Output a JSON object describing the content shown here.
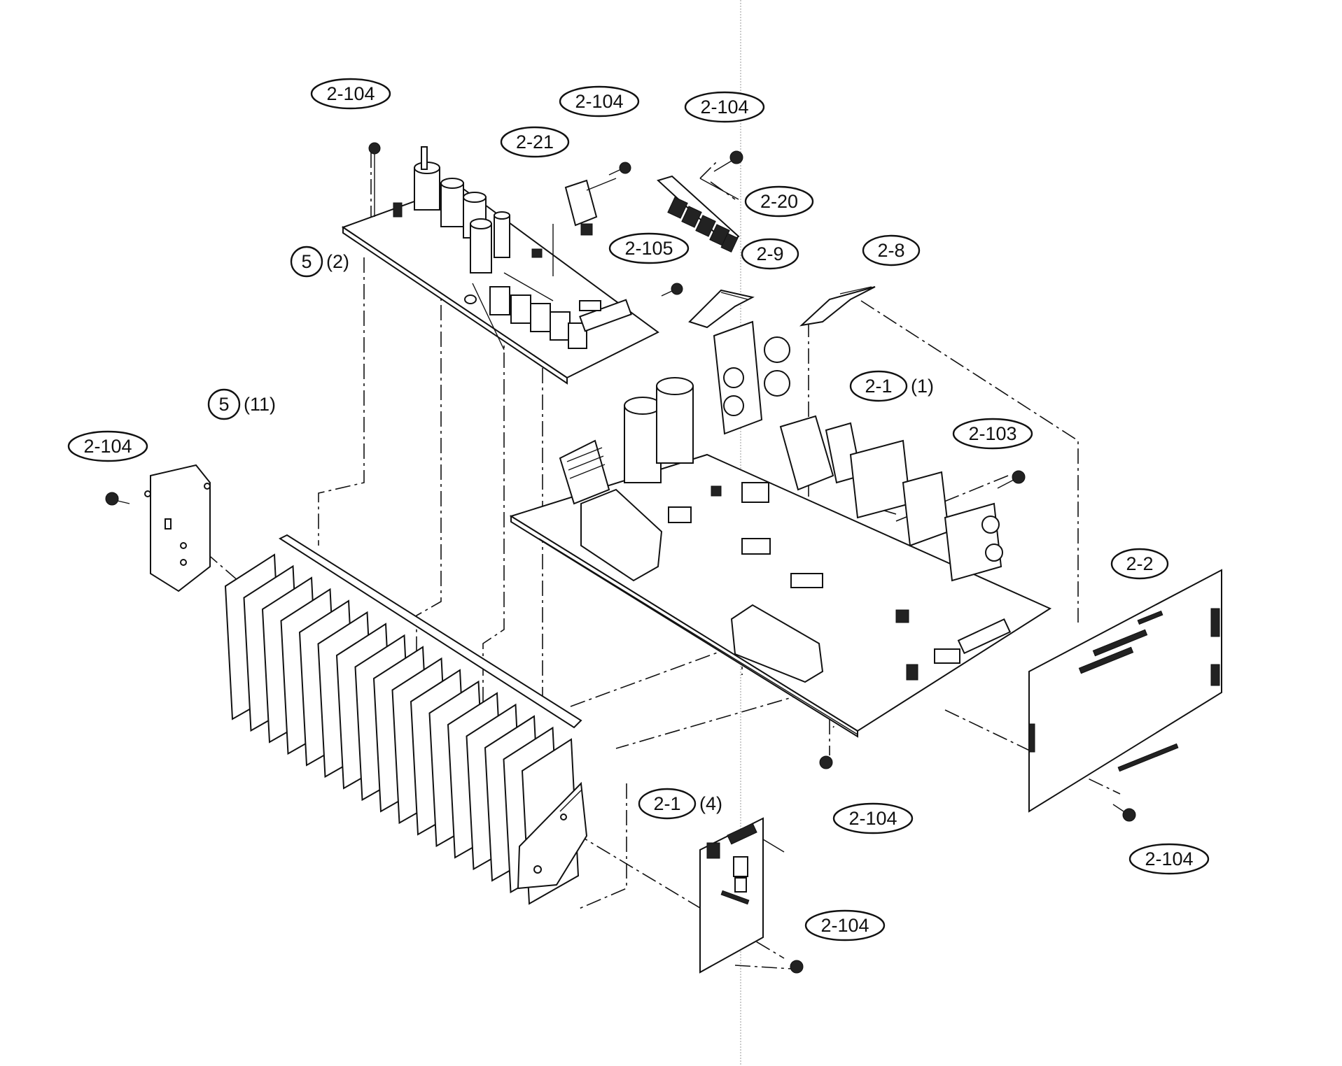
{
  "callouts": [
    {
      "id": "c1",
      "label": "2-104",
      "suffix": ""
    },
    {
      "id": "c2",
      "label": "2-104",
      "suffix": ""
    },
    {
      "id": "c3",
      "label": "2-104",
      "suffix": ""
    },
    {
      "id": "c4",
      "label": "2-21",
      "suffix": ""
    },
    {
      "id": "c5",
      "label": "2-20",
      "suffix": ""
    },
    {
      "id": "c6",
      "label": "2-105",
      "suffix": ""
    },
    {
      "id": "c7",
      "label": "2-9",
      "suffix": ""
    },
    {
      "id": "c8",
      "label": "2-8",
      "suffix": ""
    },
    {
      "id": "c9",
      "label": "5",
      "suffix": "(2)"
    },
    {
      "id": "c10",
      "label": "5",
      "suffix": "(11)"
    },
    {
      "id": "c11",
      "label": "2-104",
      "suffix": ""
    },
    {
      "id": "c12",
      "label": "2-1",
      "suffix": "(1)"
    },
    {
      "id": "c13",
      "label": "2-103",
      "suffix": ""
    },
    {
      "id": "c14",
      "label": "2-2",
      "suffix": ""
    },
    {
      "id": "c15",
      "label": "2-104",
      "suffix": ""
    },
    {
      "id": "c16",
      "label": "2-104",
      "suffix": ""
    },
    {
      "id": "c17",
      "label": "2-1",
      "suffix": "(4)"
    },
    {
      "id": "c18",
      "label": "2-104",
      "suffix": ""
    }
  ]
}
